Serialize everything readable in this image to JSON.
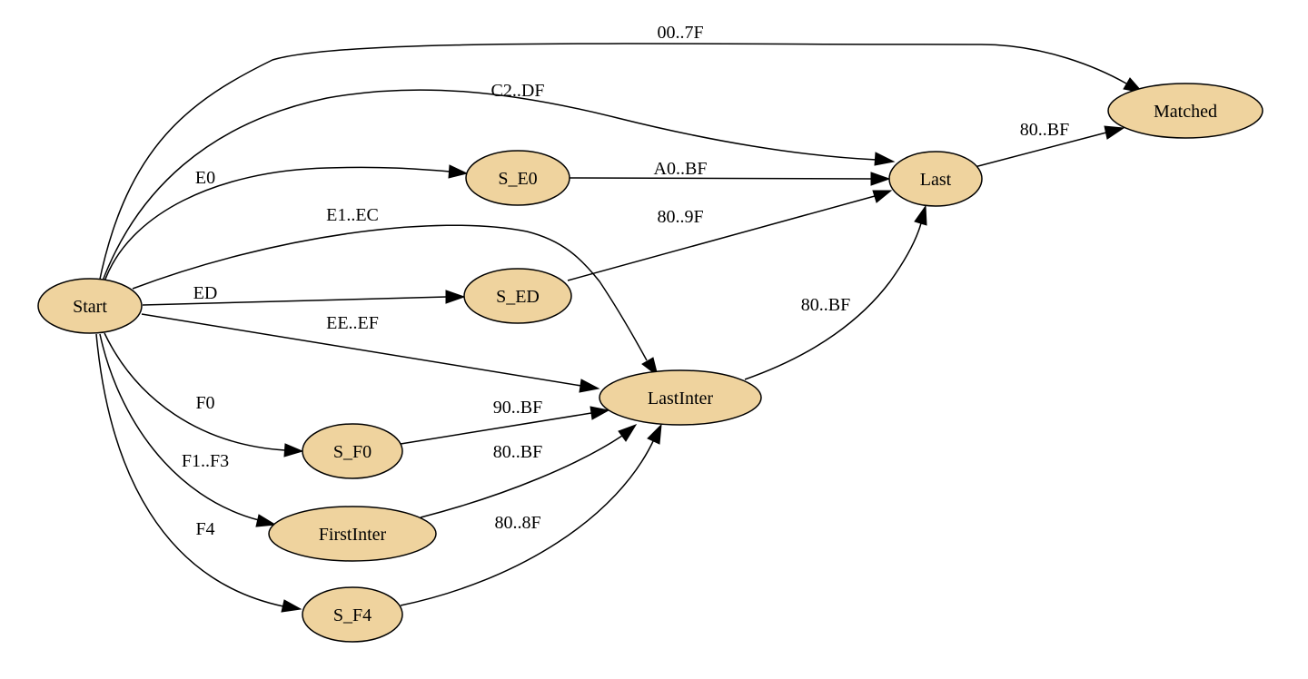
{
  "diagram": {
    "nodes": [
      {
        "id": "start",
        "label": "Start"
      },
      {
        "id": "matched",
        "label": "Matched"
      },
      {
        "id": "last",
        "label": "Last"
      },
      {
        "id": "s_e0",
        "label": "S_E0"
      },
      {
        "id": "s_ed",
        "label": "S_ED"
      },
      {
        "id": "lastinter",
        "label": "LastInter"
      },
      {
        "id": "s_f0",
        "label": "S_F0"
      },
      {
        "id": "firstinter",
        "label": "FirstInter"
      },
      {
        "id": "s_f4",
        "label": "S_F4"
      }
    ],
    "edges": [
      {
        "id": "start-matched",
        "from": "Start",
        "to": "Matched",
        "label": "00..7F"
      },
      {
        "id": "start-last",
        "from": "Start",
        "to": "Last",
        "label": "C2..DF"
      },
      {
        "id": "start-s_e0",
        "from": "Start",
        "to": "S_E0",
        "label": "E0"
      },
      {
        "id": "s_e0-last",
        "from": "S_E0",
        "to": "Last",
        "label": "A0..BF"
      },
      {
        "id": "start-lastinter-e1",
        "from": "Start",
        "to": "LastInter",
        "label": "E1..EC"
      },
      {
        "id": "s_ed-last",
        "from": "S_ED",
        "to": "Last",
        "label": "80..9F"
      },
      {
        "id": "start-s_ed",
        "from": "Start",
        "to": "S_ED",
        "label": "ED"
      },
      {
        "id": "start-lastinter-ee",
        "from": "Start",
        "to": "LastInter",
        "label": "EE..EF"
      },
      {
        "id": "lastinter-last",
        "from": "LastInter",
        "to": "Last",
        "label": "80..BF"
      },
      {
        "id": "last-matched",
        "from": "Last",
        "to": "Matched",
        "label": "80..BF"
      },
      {
        "id": "start-s_f0",
        "from": "Start",
        "to": "S_F0",
        "label": "F0"
      },
      {
        "id": "s_f0-lastinter",
        "from": "S_F0",
        "to": "LastInter",
        "label": "90..BF"
      },
      {
        "id": "start-firstinter",
        "from": "Start",
        "to": "FirstInter",
        "label": "F1..F3"
      },
      {
        "id": "firstinter-lastinter",
        "from": "FirstInter",
        "to": "LastInter",
        "label": "80..BF"
      },
      {
        "id": "start-s_f4",
        "from": "Start",
        "to": "S_F4",
        "label": "F4"
      },
      {
        "id": "s_f4-lastinter",
        "from": "S_F4",
        "to": "LastInter",
        "label": "80..8F"
      }
    ]
  },
  "colors": {
    "node_fill": "#efd39e",
    "stroke": "#000000",
    "background": "#ffffff"
  }
}
